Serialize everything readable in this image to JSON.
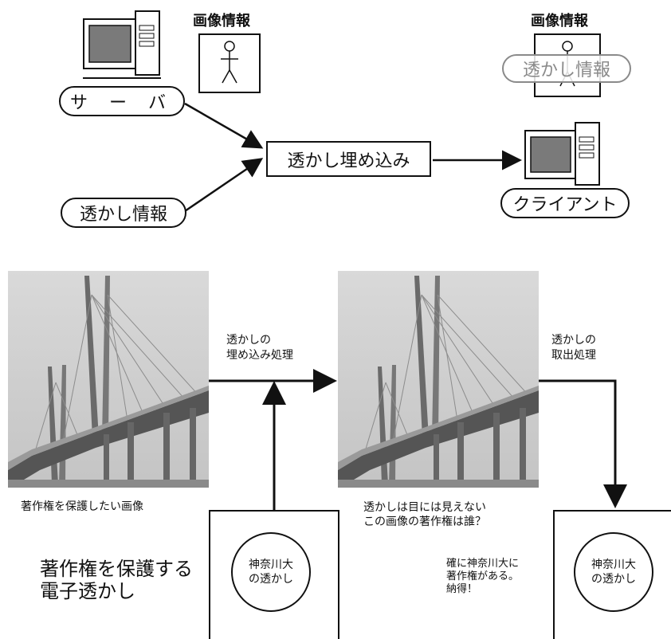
{
  "top": {
    "image_info_label_left": "画像情報",
    "image_info_label_right": "画像情報",
    "server_label": "サ ー バ",
    "watermark_info_label": "透かし情報",
    "embed_label": "透かし埋め込み",
    "client_label": "クライアント",
    "embedded_watermark_label": "透かし情報"
  },
  "bottom": {
    "embed_process_label": "透かしの\n埋め込み処理",
    "extract_process_label": "透かしの\n取出処理",
    "original_caption": "著作権を保護したい画像",
    "title": "著作権を保護する\n電子透かし",
    "invisible_caption": "透かしは目には見えない\nこの画像の著作権は誰？",
    "confirm_caption": "確に神奈川大に\n著作権がある。\n納得！",
    "watermark_text_left": "神奈川大\nの透かし",
    "watermark_text_right": "神奈川大\nの透かし"
  }
}
